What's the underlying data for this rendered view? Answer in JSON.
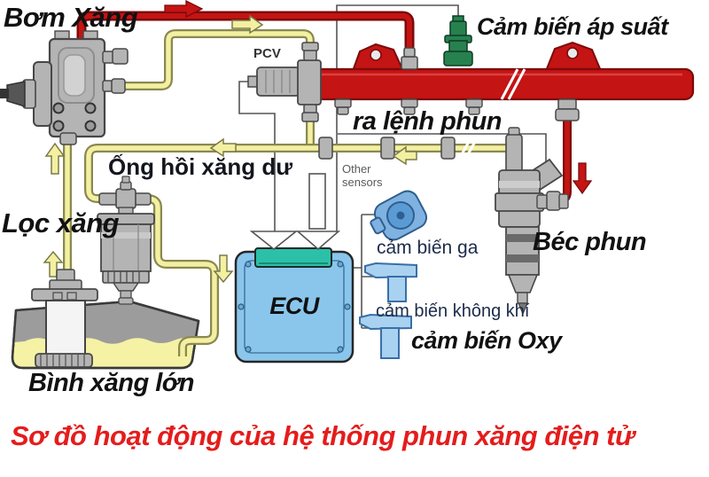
{
  "diagram": {
    "title_caption": "Sơ đồ hoạt động của hệ thống phun xăng điện tử",
    "labels": {
      "fuel_pump": "Bơm Xăng",
      "pressure_sensor": "Cảm biến áp suất",
      "pcv": "PCV",
      "injection_command": "ra lệnh phun",
      "return_pipe": "Ống hồi xăng dư",
      "fuel_filter": "Lọc xăng",
      "other_sensors_line1": "Other",
      "other_sensors_line2": "sensors",
      "ecu": "ECU",
      "throttle_sensor": "cảm biến ga",
      "injector": "Béc phun",
      "air_sensor": "cảm biến không khí",
      "oxygen_sensor": "cảm biến Oxy",
      "fuel_tank": "Bình xăng lớn"
    },
    "colors": {
      "pipe_red": "#c41414",
      "pipe_red_dark": "#7d0a0a",
      "rail_red": "#c41414",
      "pipe_yellow": "#f3f0a2",
      "pipe_yellow_edge": "#8a8850",
      "part_gray": "#b4b4b4",
      "part_gray_dark": "#474747",
      "ecu_blue": "#8ac6ec",
      "ecu_teal": "#2cc0a8",
      "sensor_green": "#27814f",
      "sensor_blue": "#a9d2f0",
      "fuel_yellow": "#f5f2a5",
      "tank_gray": "#9c9c9c",
      "wire_gray": "#555555",
      "caption_red": "#e51c1c",
      "label_black": "#111111",
      "label_navy": "#1c2b4a",
      "label_gray": "#5a5a5a"
    }
  }
}
